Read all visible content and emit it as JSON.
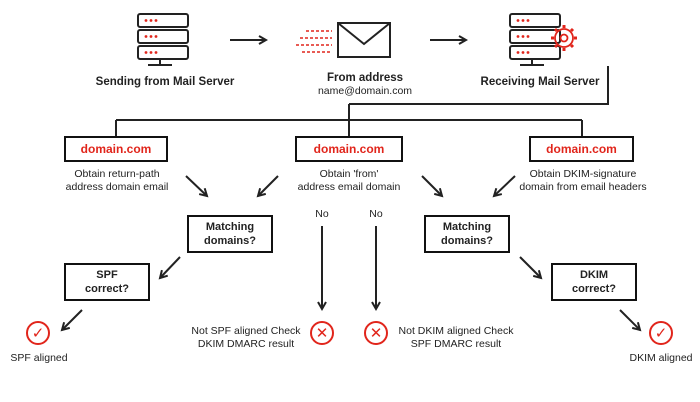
{
  "top": {
    "sender_label": "Sending from Mail Server",
    "from_label": "From address",
    "from_email": "name@domain.com",
    "receiver_label": "Receiving Mail Server"
  },
  "domains": {
    "left": "domain.com",
    "middle": "domain.com",
    "right": "domain.com"
  },
  "captions": {
    "left_line1": "Obtain return-path",
    "left_line2": "address domain email",
    "middle_line1": "Obtain 'from'",
    "middle_line2": "address email domain",
    "right_line1": "Obtain DKIM-signature",
    "right_line2": "domain from email headers"
  },
  "decisions": {
    "match_left_1": "Matching",
    "match_left_2": "domains?",
    "match_right_1": "Matching",
    "match_right_2": "domains?",
    "spf_1": "SPF",
    "spf_2": "correct?",
    "dkim_1": "DKIM",
    "dkim_2": "correct?"
  },
  "no_labels": {
    "left": "No",
    "right": "No"
  },
  "results": {
    "spf_aligned": "SPF aligned",
    "dkim_aligned": "DKIM aligned",
    "not_spf_1": "Not SPF aligned Check",
    "not_spf_2": "DKIM DMARC result",
    "not_dkim_1": "Not DKIM aligned Check",
    "not_dkim_2": "SPF DMARC result"
  },
  "icons": {
    "server": "server-icon",
    "envelope": "envelope-icon",
    "gear": "gear-icon",
    "check": "check-icon",
    "cross": "cross-icon"
  },
  "colors": {
    "accent": "#e1251b",
    "line": "#222222"
  }
}
